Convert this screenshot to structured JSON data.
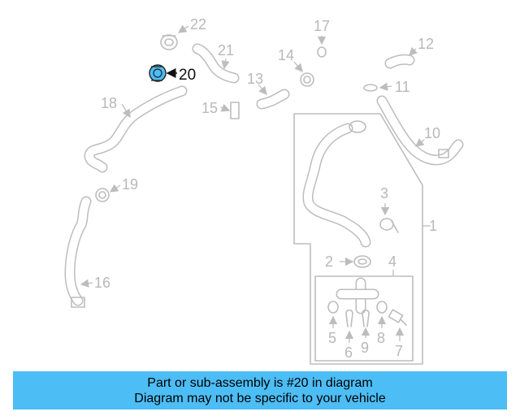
{
  "diagram": {
    "callouts": [
      "22",
      "21",
      "20",
      "17",
      "14",
      "13",
      "12",
      "11",
      "18",
      "15",
      "10",
      "3",
      "1",
      "19",
      "2",
      "4",
      "16",
      "5",
      "6",
      "9",
      "8",
      "7"
    ],
    "highlighted_callout": "20",
    "highlight_color": "#4dbdf5"
  },
  "banner": {
    "line1": "Part or sub-assembly is #20 in diagram",
    "line2": "Diagram may not be specific to your vehicle",
    "background": "#4dbdf5"
  }
}
